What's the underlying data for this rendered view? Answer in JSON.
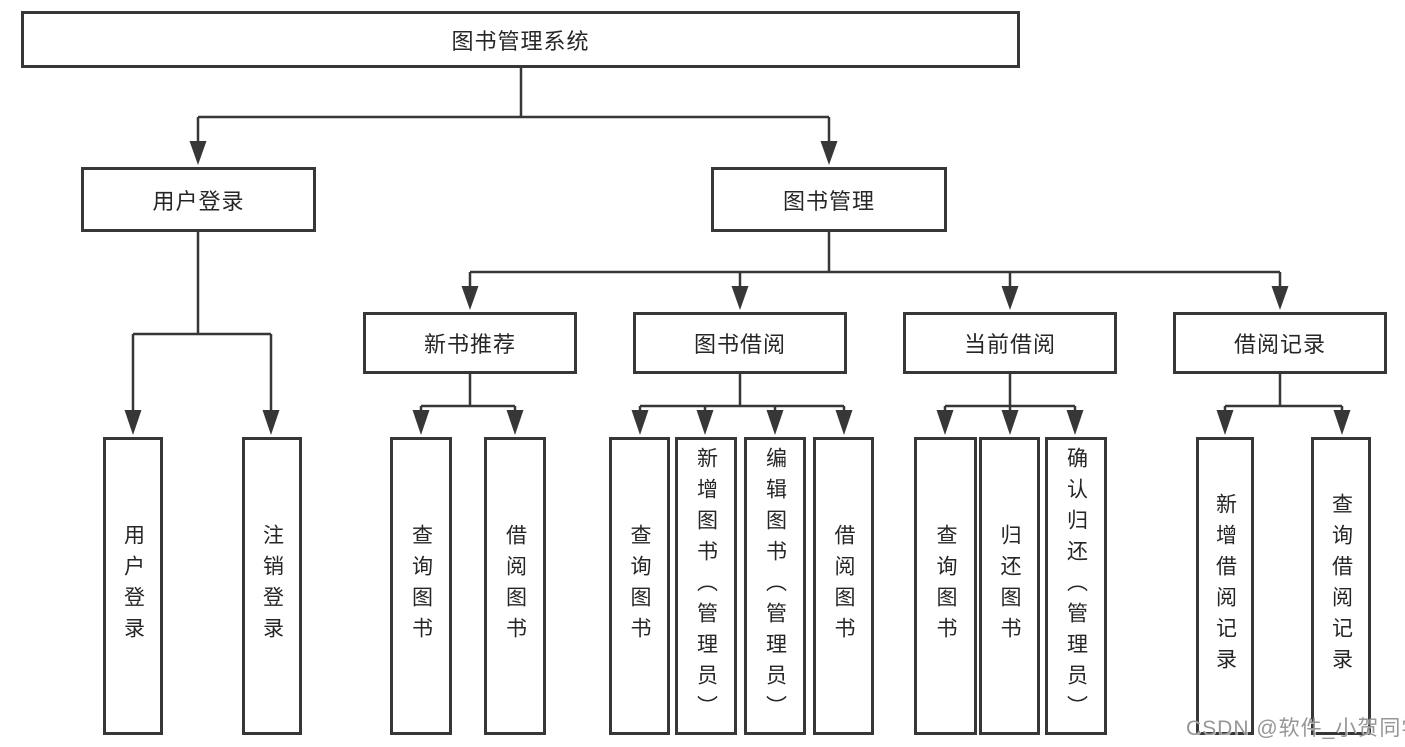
{
  "diagram": {
    "root": {
      "label": "图书管理系统",
      "children": [
        {
          "label": "用户登录",
          "children": [
            {
              "label": "用户登录"
            },
            {
              "label": "注销登录"
            }
          ]
        },
        {
          "label": "图书管理",
          "children": [
            {
              "label": "新书推荐",
              "children": [
                {
                  "label": "查询图书"
                },
                {
                  "label": "借阅图书"
                }
              ]
            },
            {
              "label": "图书借阅",
              "children": [
                {
                  "label": "查询图书"
                },
                {
                  "label": "新增图书（管理员）"
                },
                {
                  "label": "编辑图书（管理员）"
                },
                {
                  "label": "借阅图书"
                }
              ]
            },
            {
              "label": "当前借阅",
              "children": [
                {
                  "label": "查询图书"
                },
                {
                  "label": "归还图书"
                },
                {
                  "label": "确认归还（管理员）"
                }
              ]
            },
            {
              "label": "借阅记录",
              "children": [
                {
                  "label": "新增借阅记录"
                },
                {
                  "label": "查询借阅记录"
                }
              ]
            }
          ]
        }
      ]
    }
  },
  "watermark": {
    "text": "CSDN @软件_小贺同学"
  },
  "colors": {
    "line": "#373737",
    "box_border": "#373737",
    "text": "#262626",
    "watermark": "#969696",
    "background": "#ffffff"
  }
}
